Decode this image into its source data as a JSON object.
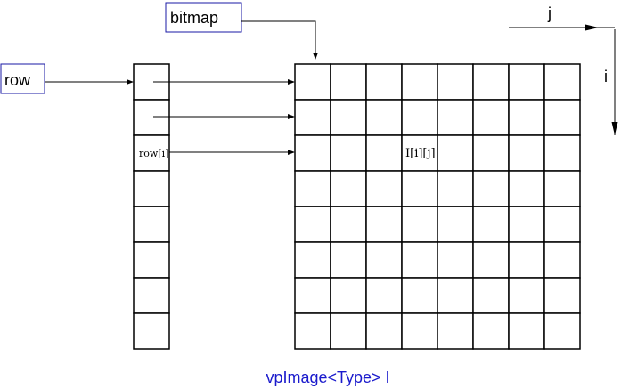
{
  "labels": {
    "bitmap": "bitmap",
    "row": "row",
    "j_axis": "j",
    "i_axis": "i",
    "row_i": "row[i]",
    "pixel": "I[i][j]",
    "caption": "vpImage<Type> I"
  },
  "colors": {
    "box_border": "#1a1aa6",
    "caption": "#1a1acc",
    "line": "#000000"
  },
  "row_array": {
    "cells": 8
  },
  "image_grid": {
    "rows": 8,
    "cols": 8
  }
}
